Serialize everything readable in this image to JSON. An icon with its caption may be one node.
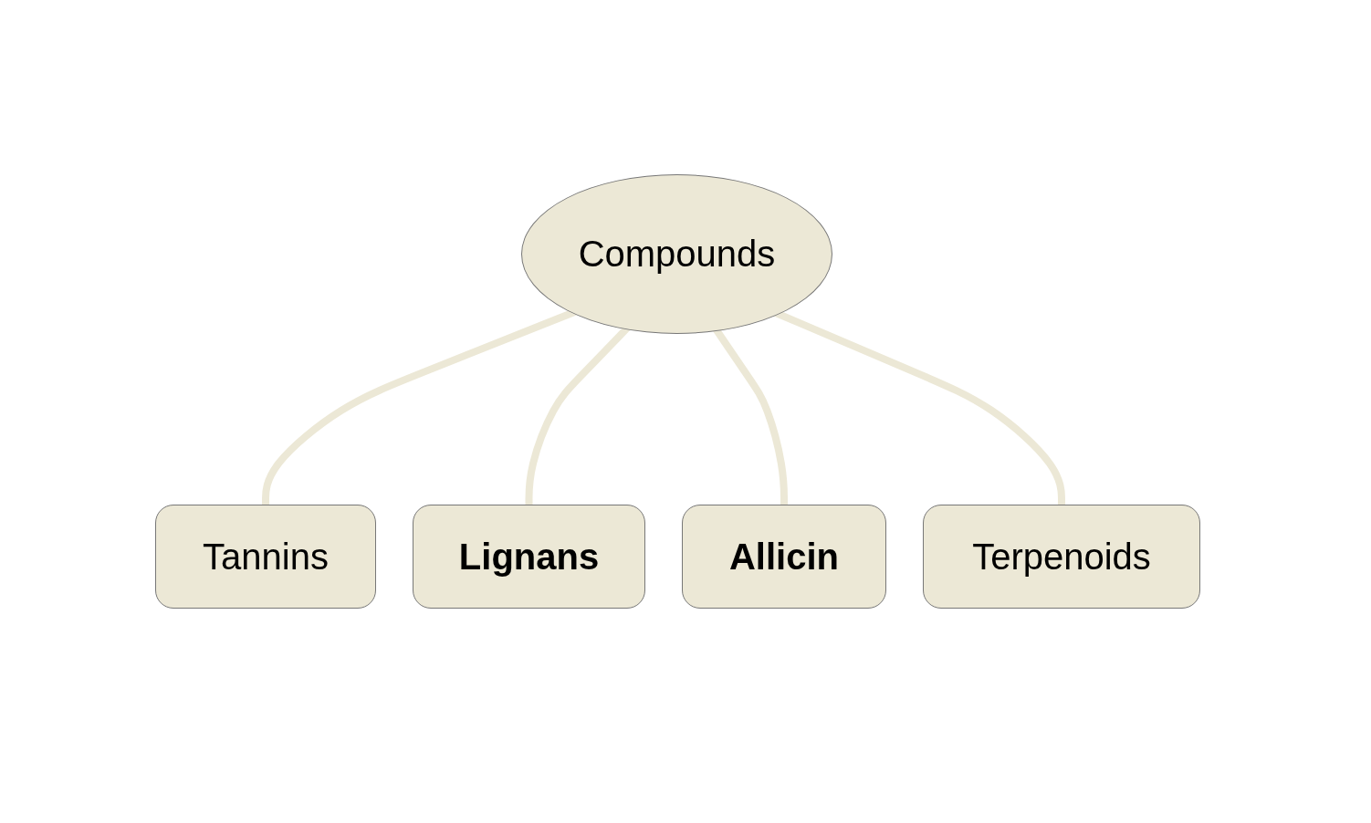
{
  "diagram": {
    "nodes": [
      {
        "text": [
          "Compounds"
        ]
      },
      {
        "text": [
          "Tannins"
        ]
      },
      {
        "text": [
          "Lignans"
        ]
      },
      {
        "text": [
          "Allicin"
        ]
      },
      {
        "text": [
          "Terpenoids"
        ]
      }
    ],
    "edges": [
      {
        "from": 0,
        "to": 1,
        "arrow": "none"
      },
      {
        "from": 0,
        "to": 2,
        "arrow": "none"
      },
      {
        "from": 0,
        "to": 3,
        "arrow": "none"
      },
      {
        "from": 0,
        "to": 4,
        "arrow": "none"
      }
    ]
  }
}
